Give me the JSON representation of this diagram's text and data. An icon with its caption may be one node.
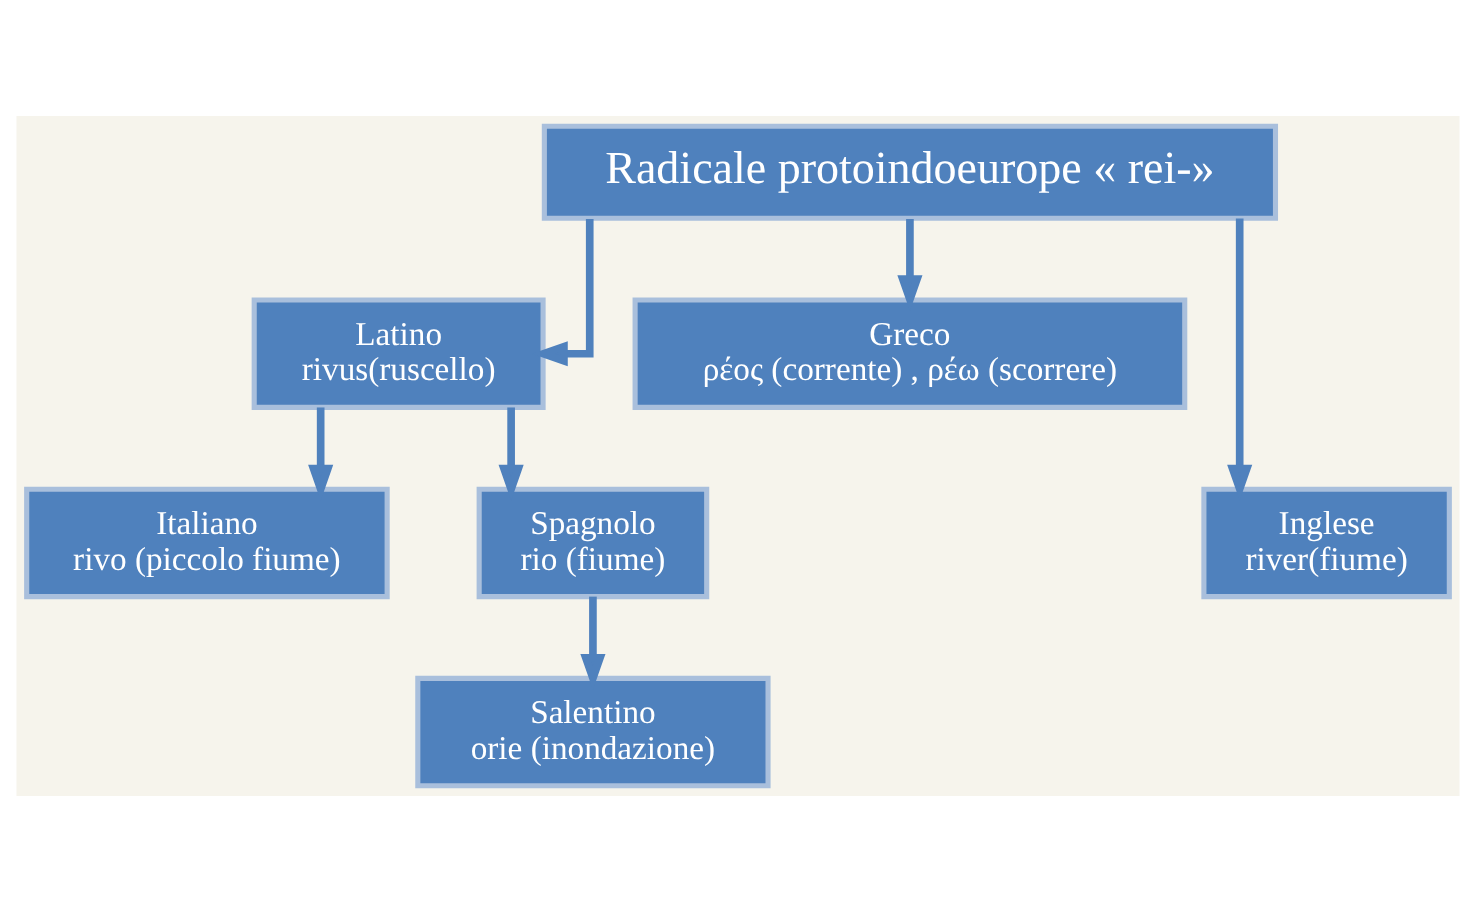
{
  "diagram": {
    "nodes": [
      {
        "text": [
          "Radicale protoindoeurope « rei-»"
        ]
      },
      {
        "text": [
          "Latino",
          "rivus(ruscello)"
        ]
      },
      {
        "text": [
          "Greco",
          "ρέος (corrente) , ρέω (scorrere)"
        ]
      },
      {
        "text": [
          "Italiano",
          "rivo (piccolo fiume)"
        ]
      },
      {
        "text": [
          "Spagnolo",
          "rio (fiume)"
        ]
      },
      {
        "text": [
          "Salentino",
          "orie (inondazione)"
        ]
      },
      {
        "text": [
          "Inglese",
          "river(fiume)"
        ]
      }
    ],
    "edges": [
      {
        "from": 0,
        "to": 1,
        "arrow": "to"
      },
      {
        "from": 0,
        "to": 2,
        "arrow": "to"
      },
      {
        "from": 0,
        "to": 6,
        "arrow": "to"
      },
      {
        "from": 1,
        "to": 3,
        "arrow": "to"
      },
      {
        "from": 1,
        "to": 4,
        "arrow": "to"
      },
      {
        "from": 4,
        "to": 5,
        "arrow": "to"
      }
    ]
  }
}
